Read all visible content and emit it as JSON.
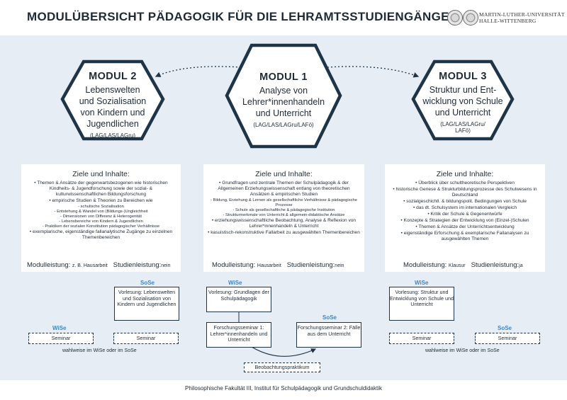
{
  "header": {
    "title": "MODULÜBERSICHT PÄDAGOGIK FÜR DIE LEHRAMTSSTUDIENGÄNGE",
    "university_line1": "MARTIN-LUTHER-UNIVERSITÄT",
    "university_line2": "HALLE-WITTENBERG"
  },
  "colors": {
    "accent_blue": "#3f86c9",
    "navy": "#1f3447",
    "background": "#e6edf4"
  },
  "modules": [
    {
      "title": "MODUL 2",
      "desc1": "Lebenswelten",
      "desc2": "und Sozialisation",
      "desc3": "von Kindern und",
      "desc4": "Jugendlichen",
      "abbr": "(LAG/LAS/LAGru)",
      "ziele_title": "Ziele und Inhalte:",
      "items": [
        "Themen & Ansätze der gegenwartsbezogenen wie historischen Kindheits- & Jugendforschung sowie der sozial- & kulturwissenschaftlichen Bildungsforschung",
        "empirische Studien & Theorien zu Bereichen wie",
        "schulische Sozialisation",
        "Entstehung & Wandel von (Bildungs-)Ungleichheit",
        "Dimensionen von Differenz & Heterogenität",
        "Lebensbereiche von Kindern & Jugendlichen",
        "Praktiken der sozialen Konstitution pädagogischer Verhältnisse",
        "exemplarische, eigenständige fallanalytische Zugänge zu einzelnen Themenbereichen"
      ],
      "modulleistung_label": "Modulleistung:",
      "modulleistung_value": "z. B. Hausarbeit",
      "studienleistung_label": "Studienleistung:",
      "studienleistung_value": "nein"
    },
    {
      "title": "MODUL 1",
      "desc1": "Analyse von",
      "desc2": "Lehrer*innenhandeln",
      "desc3": "und Unterricht",
      "abbr": "(LAG/LAS/LAGru/LAFö)",
      "ziele_title": "Ziele und Inhalte:",
      "items": [
        "Grundfragen und zentrale Themen der Schulpädagogik & der Allgemeinen Erziehungswissenschaft entlang von theoretischen Ansätzen & empirischen Studien",
        "Bildung, Erziehung & Lernen als gesellschaftliche Verhältnisse & pädagogische Prozesse",
        "Schule als gesellschaftliche & pädagogische Institution",
        "Strukturmerkmale von Unterricht & allgemein-didaktische Ansätze",
        "erziehungswissenschaftliche Beobachtung, Analyse & Reflexion von Lehrer*innenhandeln & Unterricht",
        "kasuistisch-rekonstruktive Fallarbeit zu ausgewählten Themenbereichen"
      ],
      "modulleistung_label": "Modulleistung:",
      "modulleistung_value": "Hausarbeit",
      "studienleistung_label": "Studienleistung:",
      "studienleistung_value": "nein"
    },
    {
      "title": "MODUL 3",
      "desc1": "Struktur und Ent-",
      "desc2": "wicklung von Schule",
      "desc3": "und Unterricht",
      "abbr1": "(LAG/LAS/LAGru/",
      "abbr2": "LAFö)",
      "ziele_title": "Ziele und Inhalte:",
      "items": [
        "Überblick über schultheoretische Perspektiven",
        "historische Genese & Strukturbildungsprozesse des Schulwesens in Deutschland",
        "sozialgeschichtl. & bildungspolit. Bedingungen von Schule",
        "das dt. Schulsystem im internationalen Vergleich",
        "Kritik der Schule & Gegenentwürfe",
        "Konzepte & Strategien der Entwicklung von (Einzel-)Schulen",
        "Themen & Ansätze der Unterrichtsentwicklung",
        "eigenständige Erforschung & exemplarische Fallanalysen zu ausgewählten Themen"
      ],
      "modulleistung_label": "Modulleistung:",
      "modulleistung_value": "Klausur",
      "studienleistung_label": "Studienleistung:",
      "studienleistung_value": "ja"
    }
  ],
  "courses": {
    "m2": {
      "sose": "SoSe",
      "vorlesung": "Vorlesung: Lebenswelten und Sozialisation von Kindern und Jugendlichen",
      "wise": "WiSe",
      "seminar_left": "Seminar",
      "seminar_right": "Seminar",
      "note": "wahlweise im WiSe oder im SoSe"
    },
    "m1": {
      "wise": "WiSe",
      "vorlesung": "Vorlesung: Grundlagen der Schulpädagogik",
      "forschung1": "Forschungsseminar 1: Lehrer*innenhandeln und Unterricht",
      "sose": "SoSe",
      "forschung2": "Forschungsseminar 2: Fälle aus dem Unterricht",
      "praktikum": "Beobachtungspraktikum"
    },
    "m3": {
      "wise": "WiSe",
      "vorlesung": "Vorlesung: Struktur und Entwicklung von Schule und Unterricht",
      "sose": "SoSe",
      "seminar_left": "Seminar",
      "seminar_right": "Seminar",
      "note": "wahlweise im WiSe oder im SoSe"
    }
  },
  "footer": "Philosophische Fakultät III, Institut für Schulpädagogik und Grundschuldidaktik"
}
